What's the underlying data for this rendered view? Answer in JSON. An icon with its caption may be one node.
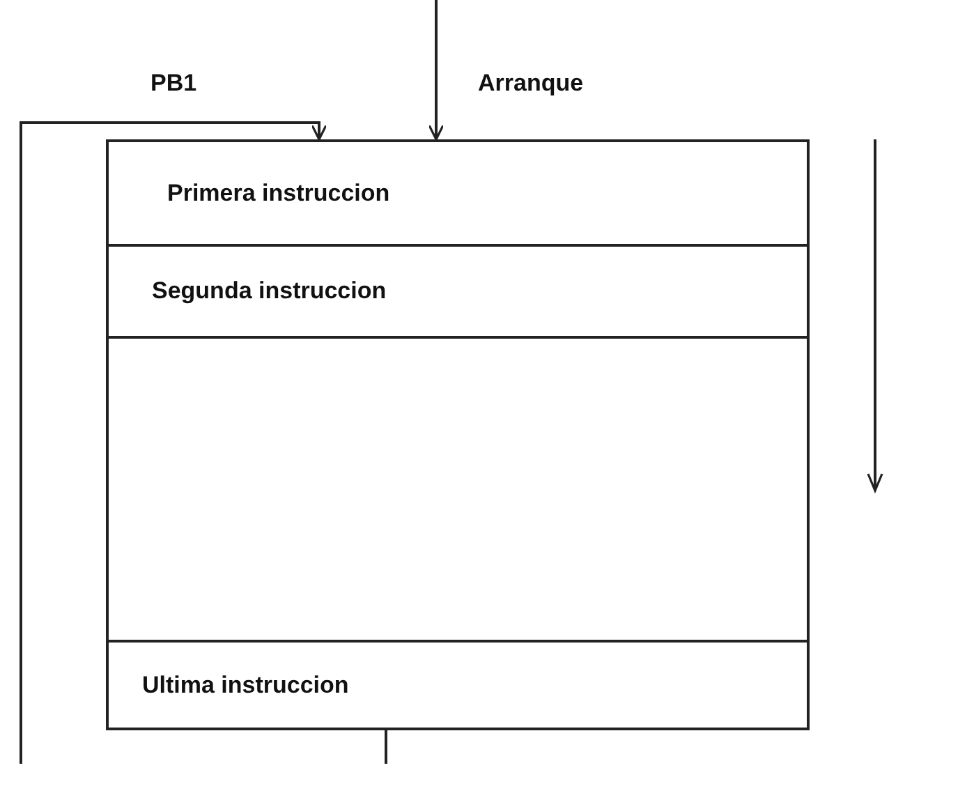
{
  "diagram": {
    "nodes": [
      {
        "text": [
          "Primera instruccion"
        ]
      },
      {
        "text": [
          "Segunda instruccion"
        ]
      },
      {
        "text": [],
        "shape": "box"
      },
      {
        "text": [
          "Ultima instruccion"
        ]
      }
    ],
    "edges": [
      {
        "from": null,
        "to": 0,
        "arrow": "to"
      },
      {
        "from": null,
        "to": 0,
        "arrow": "to"
      },
      {
        "from": 3,
        "to": null,
        "arrow": "none"
      }
    ],
    "labels": [
      "PB1",
      "Arranque"
    ]
  }
}
